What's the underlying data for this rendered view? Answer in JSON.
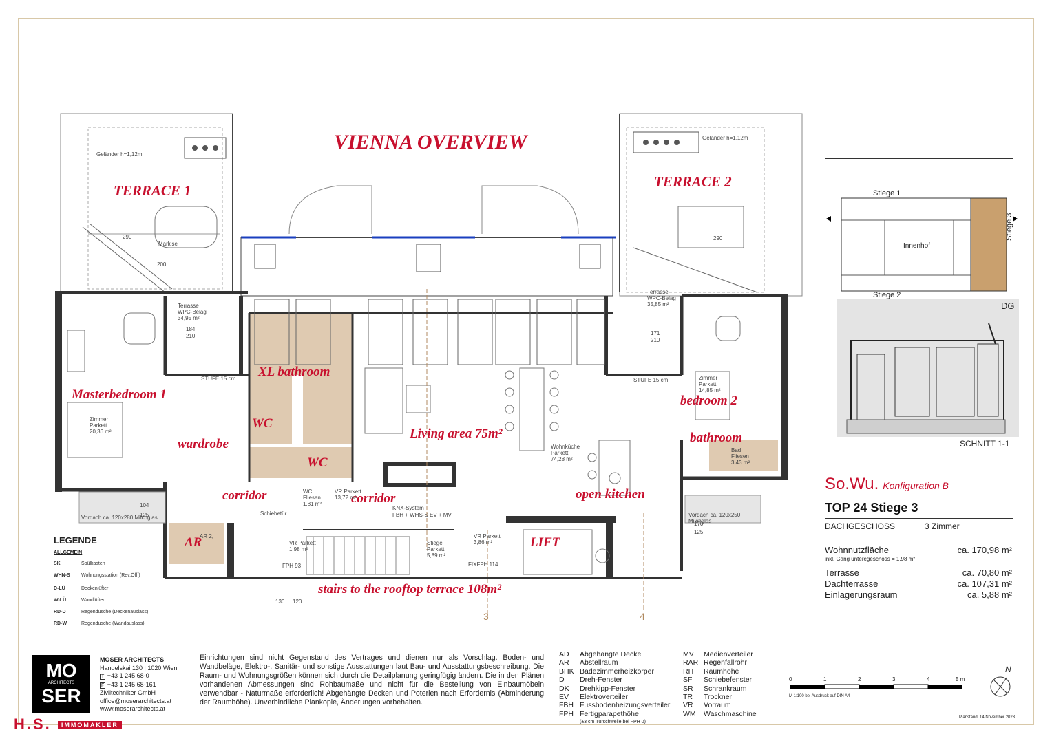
{
  "room_labels": {
    "vienna_overview": "VIENNA OVERVIEW",
    "terrace1": "TERRACE 1",
    "terrace2": "TERRACE 2",
    "xl_bathroom": "XL bathroom",
    "masterbedroom": "Masterbedroom 1",
    "wc1": "WC",
    "wardrobe": "wardrobe",
    "wc2": "WC",
    "living": "Living area 75m²",
    "bedroom2": "bedroom 2",
    "bathroom": "bathroom",
    "corridor1": "corridor",
    "corridor2": "corridor",
    "open_kitchen": "open kitchen",
    "ar": "AR",
    "lift": "LIFT",
    "stairs": "stairs to the rooftop terrace 108m²"
  },
  "plan_text": {
    "gelaender1": "Geländer h=1,12m",
    "gelaender2": "Geländer h=1,12m",
    "terrasse1": "Terrasse WPC-Belag 34,95 m²",
    "terrasse2": "Terrasse WPC-Belag 35,85 m²",
    "zimmer1": "Zimmer Parkett 20,36 m²",
    "zimmer2": "Zimmer Parkett 14,85 m²",
    "wohnkueche": "Wohnküche Parkett 74,28 m²",
    "vr1": "VR Parkett 13,72 m²",
    "wc_fliesen": "WC Fliesen 1,81 m²",
    "bad": "Bad Fliesen 3,43 m²",
    "stiege": "Stiege Parkett 5,89 m²",
    "vr2": "VR Parkett 1,98 m²",
    "vr3": "VR Parkett 3,86 m²",
    "ar_small": "AR 2,",
    "fph93": "FPH 93",
    "fph114": "FIXFPH 114",
    "vordach1": "Vordach ca. 120x280 Milchglas",
    "vordach2": "Vordach ca. 120x250 Milchglas",
    "dim104": "104",
    "dim125": "125",
    "dim170": "170",
    "dim125b": "125",
    "dim130": "130",
    "dim120": "120",
    "axis3": "3",
    "axis4": "4",
    "markise": "Markise",
    "dim290": "290",
    "dim200": "200",
    "dim290b": "290",
    "dim184": "184",
    "dim210": "210",
    "dim171": "171",
    "dim210b": "210",
    "stufe1": "STUFE 15 cm",
    "stufe2": "STUFE 15 cm",
    "knx": "KNX-System",
    "fbh": "FBH + WHS-S EV + MV",
    "schnitt_b": "Schiebetür"
  },
  "legend": {
    "title": "LEGENDE",
    "subtitle": "ALLGEMEIN",
    "rows": [
      {
        "code": "SK",
        "label": "Spülkasten"
      },
      {
        "code": "WHN-S",
        "label": "Wohnungsstation (Rev.Öff.)"
      },
      {
        "code": "D-LÜ",
        "label": "Deckenlüfter"
      },
      {
        "code": "W-LÜ",
        "label": "Wandlüfter"
      },
      {
        "code": "RD-D",
        "label": "Regendusche (Deckenauslass)"
      },
      {
        "code": "RD-W",
        "label": "Regendusche (Wandauslass)"
      }
    ]
  },
  "keyplan": {
    "stiege1": "Stiege 1",
    "stiege2": "Stiege 2",
    "stiege3": "Stiege 3",
    "innenhof": "Innenhof",
    "dg": "DG",
    "schnitt": "SCHNITT 1-1"
  },
  "unit": {
    "title": "So.Wu.",
    "config": "Konfiguration B",
    "top": "TOP 24  Stiege 3",
    "floor": "DACHGESCHOSS",
    "rooms": "3 Zimmer",
    "rows": [
      {
        "label": "Wohnnutzfläche",
        "value": "ca. 170,98 m²"
      },
      {
        "label": "Terrasse",
        "value": "ca. 70,80 m²"
      },
      {
        "label": "Dachterrasse",
        "value": "ca. 107,31 m²"
      },
      {
        "label": "Einlagerungsraum",
        "value": "ca. 5,88 m²"
      }
    ],
    "note": "inkl. Gang unteregeschoss = 1,98 m²"
  },
  "footer": {
    "logo_line1": "MO",
    "logo_line2": "SER",
    "logo_sub": "ARCHITECTS",
    "company": "MOSER ARCHITECTS",
    "address": "Handelskai 130 | 1020 Wien",
    "tel": "+43 1 245 68-0",
    "fax": "+43 1 245 68-161",
    "zt": "Ziviltechniker GmbH",
    "email": "office@moserarchitects.at",
    "web": "www.moserarchitects.at",
    "disclaimer": "Einrichtungen sind nicht Gegenstand des Vertrages und dienen nur als Vorschlag. Boden- und Wandbeläge, Elektro-, Sanitär- und sonstige Ausstattungen laut Bau- und Ausstattungsbeschreibung. Die Raum- und Wohnungsgrößen können sich durch die Detailplanung geringfügig ändern. Die in den Plänen vorhandenen Abmessungen sind Rohbaumaße und nicht für die Bestellung von Einbaumöbeln verwendbar - Naturmaße erforderlich! Abgehängte Decken und Poterien nach Erfordernis (Abminderung der Raumhöhe). Unverbindliche Plankopie, Änderungen vorbehalten.",
    "abbr1": [
      {
        "k": "AD",
        "v": "Abgehängte Decke"
      },
      {
        "k": "AR",
        "v": "Abstellraum"
      },
      {
        "k": "BHK",
        "v": "Badezimmerheizkörper"
      },
      {
        "k": "D",
        "v": "Dreh-Fenster"
      },
      {
        "k": "DK",
        "v": "Drehkipp-Fenster"
      },
      {
        "k": "EV",
        "v": "Elektroverteiler"
      },
      {
        "k": "FBH",
        "v": "Fussbodenheizungsverteiler"
      },
      {
        "k": "FPH",
        "v": "Fertigparapethöhe"
      }
    ],
    "abbr1_note": "(±3 cm Türschwelle bei FPH 0)",
    "abbr2": [
      {
        "k": "MV",
        "v": "Medienverteiler"
      },
      {
        "k": "RAR",
        "v": "Regenfallrohr"
      },
      {
        "k": "RH",
        "v": "Raumhöhe"
      },
      {
        "k": "SF",
        "v": "Schiebefenster"
      },
      {
        "k": "SR",
        "v": "Schrankraum"
      },
      {
        "k": "TR",
        "v": "Trockner"
      },
      {
        "k": "VR",
        "v": "Vorraum"
      },
      {
        "k": "WM",
        "v": "Waschmaschine"
      }
    ],
    "scale_ticks": [
      "0",
      "1",
      "2",
      "3",
      "4",
      "5 m"
    ],
    "scale_note": "M 1:100 bei Ausdruck auf DIN A4",
    "north": "N",
    "planstand": "Planstand: 14 November 2023",
    "hs": "H.S.",
    "hs_sub": "IMMOMAKLER"
  },
  "colors": {
    "accent_red": "#c8102e",
    "wet_room_fill": "#d9c1a3",
    "frame_gold": "#d8c8a8",
    "keyplan_fill": "#c9a06e"
  }
}
